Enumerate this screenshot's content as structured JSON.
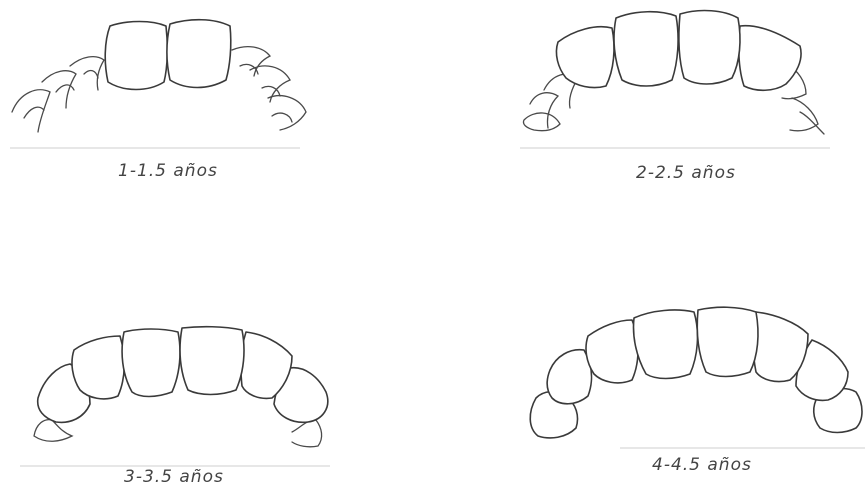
{
  "stages": [
    {
      "id": "stage-1",
      "caption": "1-1.5 años"
    },
    {
      "id": "stage-2",
      "caption": "2-2.5 años"
    },
    {
      "id": "stage-3",
      "caption": "3-3.5 años"
    },
    {
      "id": "stage-4",
      "caption": "4-4.5 años"
    }
  ],
  "colors": {
    "line": "#3a3a3a",
    "background": "#ffffff"
  }
}
